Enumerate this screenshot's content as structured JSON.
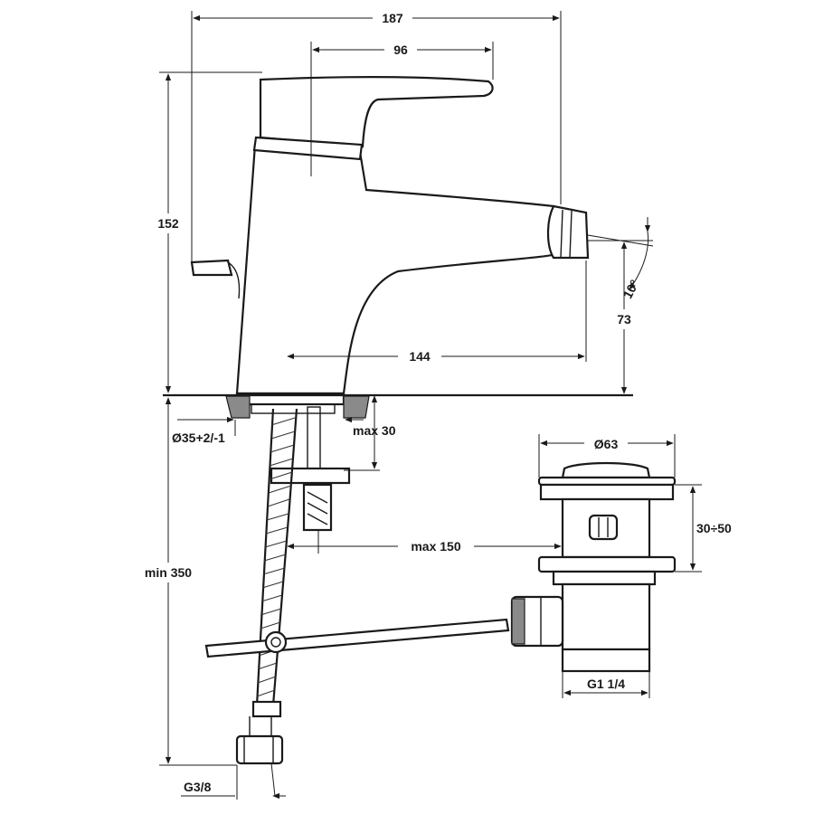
{
  "drawing": {
    "dims": {
      "width_total": "187",
      "handle_width": "96",
      "height": "152",
      "spout_reach": "144",
      "spout_height": "73",
      "angle": "10°",
      "hole_diameter": "Ø35+2/-1",
      "deck_thickness": "max 30",
      "waste_diameter": "Ø63",
      "waste_range": "30÷50",
      "waste_offset": "max 150",
      "hose_length": "min 350",
      "waste_thread": "G1 1/4",
      "hose_thread": "G3/8"
    }
  }
}
